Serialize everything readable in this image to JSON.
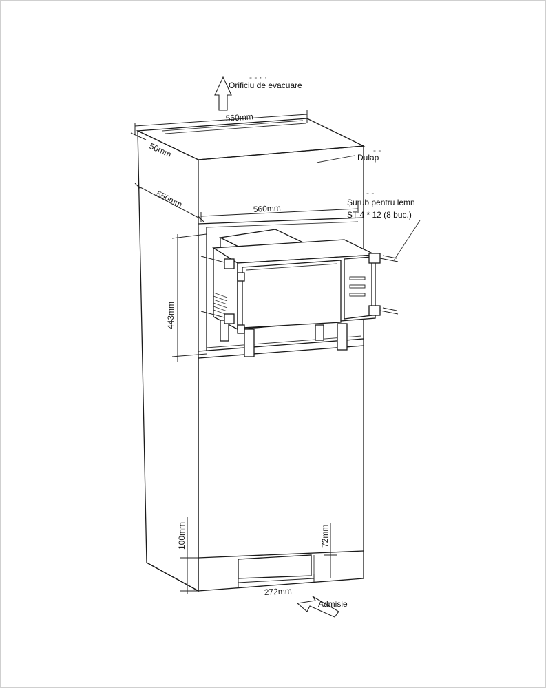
{
  "labels": {
    "exhaust": "Orificiu de evacuare",
    "cabinet": "Dulap",
    "screw_line1": "Șurub pentru lemn",
    "screw_line2": "ST 4 * 12 (8 buc.)",
    "intake": "Admisie"
  },
  "dimensions": {
    "top_width": "560mm",
    "top_depth": "50mm",
    "side_depth": "550mm",
    "inner_width": "560mm",
    "height": "443mm",
    "bottom_height": "100mm",
    "vent_height": "72mm",
    "vent_width": "272mm"
  }
}
